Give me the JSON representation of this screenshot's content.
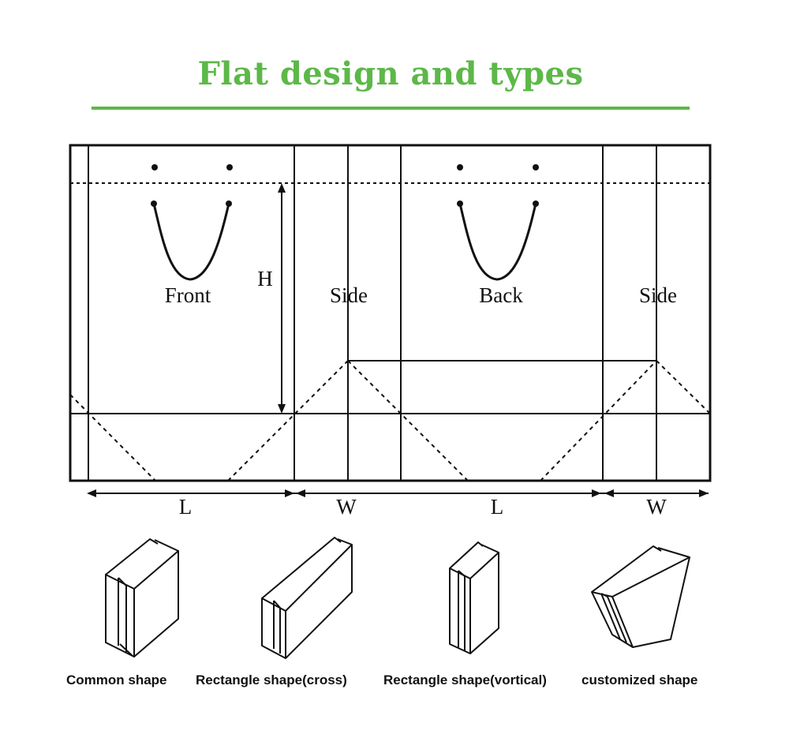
{
  "title": "Flat design and types",
  "colors": {
    "accent": "#5cb848",
    "ink": "#111111"
  },
  "panel_labels": {
    "front": "Front",
    "side_left": "Side",
    "back": "Back",
    "side_right": "Side"
  },
  "dimension_labels": {
    "height": "H",
    "length_1": "L",
    "width_1": "W",
    "length_2": "L",
    "width_2": "W"
  },
  "shape_captions": [
    "Common shape",
    "Rectangle shape(cross)",
    "Rectangle shape(vortical)",
    "customized shape"
  ]
}
